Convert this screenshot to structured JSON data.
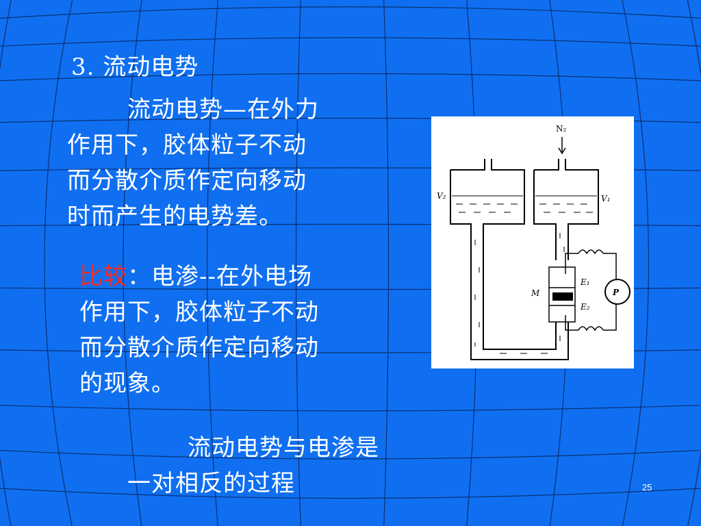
{
  "slide": {
    "heading": "3. 流动电势",
    "para1": {
      "line1": "流动电势—在外力",
      "line2": "作用下，胶体粒子不动",
      "line3": "而分散介质作定向移动",
      "line4": "时而产生的电势差。"
    },
    "para2": {
      "label": "比较",
      "colon": "：",
      "line1_rest": "电渗--在外电场",
      "line2": "作用下，胶体粒子不动",
      "line3": "而分散介质作定向移动",
      "line4": "的现象。"
    },
    "conclusion": {
      "line1": "流动电势与电渗是",
      "line2": "一对相反的过程"
    },
    "slide_number": "25"
  },
  "diagram": {
    "labels": {
      "n2": "N₂",
      "v2": "V₂",
      "v1": "V₁",
      "m": "M",
      "e1": "E₁",
      "e2": "E₂",
      "p": "P"
    }
  },
  "colors": {
    "background": "#0f6ff0",
    "grid_lines": "#0a1a4a",
    "text": "#ffffff",
    "highlight": "#ff2a1c"
  }
}
